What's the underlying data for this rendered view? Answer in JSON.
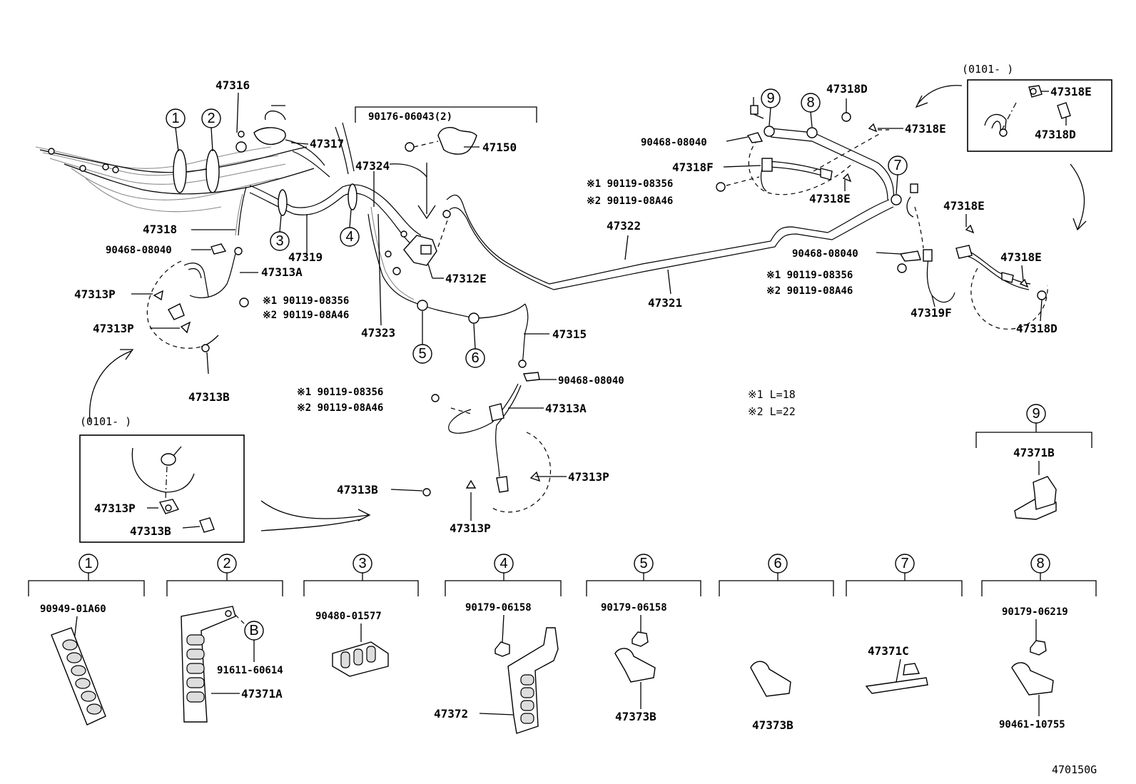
{
  "diagram_id": "470150G",
  "notes": {
    "n1": "※1  L=18",
    "n2": "※2  L=22"
  },
  "callouts": {
    "c1": "1",
    "c2": "2",
    "c3": "3",
    "c4": "4",
    "c5": "5",
    "c6": "6",
    "c7": "7",
    "c8": "8",
    "c9": "9",
    "b": "B"
  },
  "parts": {
    "p47316": "47316",
    "p47317": "47317",
    "p47324": "47324",
    "p47318": "47318",
    "p47319": "47319",
    "p90468_a": "90468-08040",
    "p47313A_a": "47313A",
    "p47313P_a": "47313P",
    "p47313P_b": "47313P",
    "p90119_a1": "※1 90119-08356",
    "p90119_a2": "※2 90119-08A46",
    "p47313B_a": "47313B",
    "p47323": "47323",
    "p47312E": "47312E",
    "p90176": "90176-06043(2)",
    "p47150": "47150",
    "p47315": "47315",
    "p90468_b": "90468-08040",
    "p90119_b1": "※1 90119-08356",
    "p90119_b2": "※2 90119-08A46",
    "p47313A_b": "47313A",
    "p47313B_b": "47313B",
    "p47313P_c": "47313P",
    "p47313P_d": "47313P",
    "p47322": "47322",
    "p47321": "47321",
    "p90468_c": "90468-08040",
    "p47318F": "47318F",
    "p90119_c1": "※1 90119-08356",
    "p90119_c2": "※2 90119-08A46",
    "p47318E_a": "47318E",
    "p47318D_a": "47318D",
    "p47318E_b": "47318E",
    "p47318E_c": "47318E",
    "p47318D_b": "47318D",
    "p47318E_d": "47318E",
    "p90468_d": "90468-08040",
    "p90119_d1": "※1 90119-08356",
    "p90119_d2": "※2 90119-08A46",
    "p47319F": "47319F",
    "p47318E_e": "47318E",
    "p47318D_c": "47318D",
    "p47313P_inset": "47313P",
    "p47313B_inset": "47313B",
    "inset_left_title": "(0101-        )",
    "inset_right_title": "(0101-        )"
  },
  "details": {
    "d1": "90949-01A60",
    "d2a": "91611-60614",
    "d2b": "47371A",
    "d3": "90480-01577",
    "d4a": "90179-06158",
    "d4b": "47372",
    "d5a": "90179-06158",
    "d5b": "47373B",
    "d6": "47373B",
    "d7": "47371C",
    "d8a": "90179-06219",
    "d8b": "90461-10755",
    "d9": "47371B"
  }
}
